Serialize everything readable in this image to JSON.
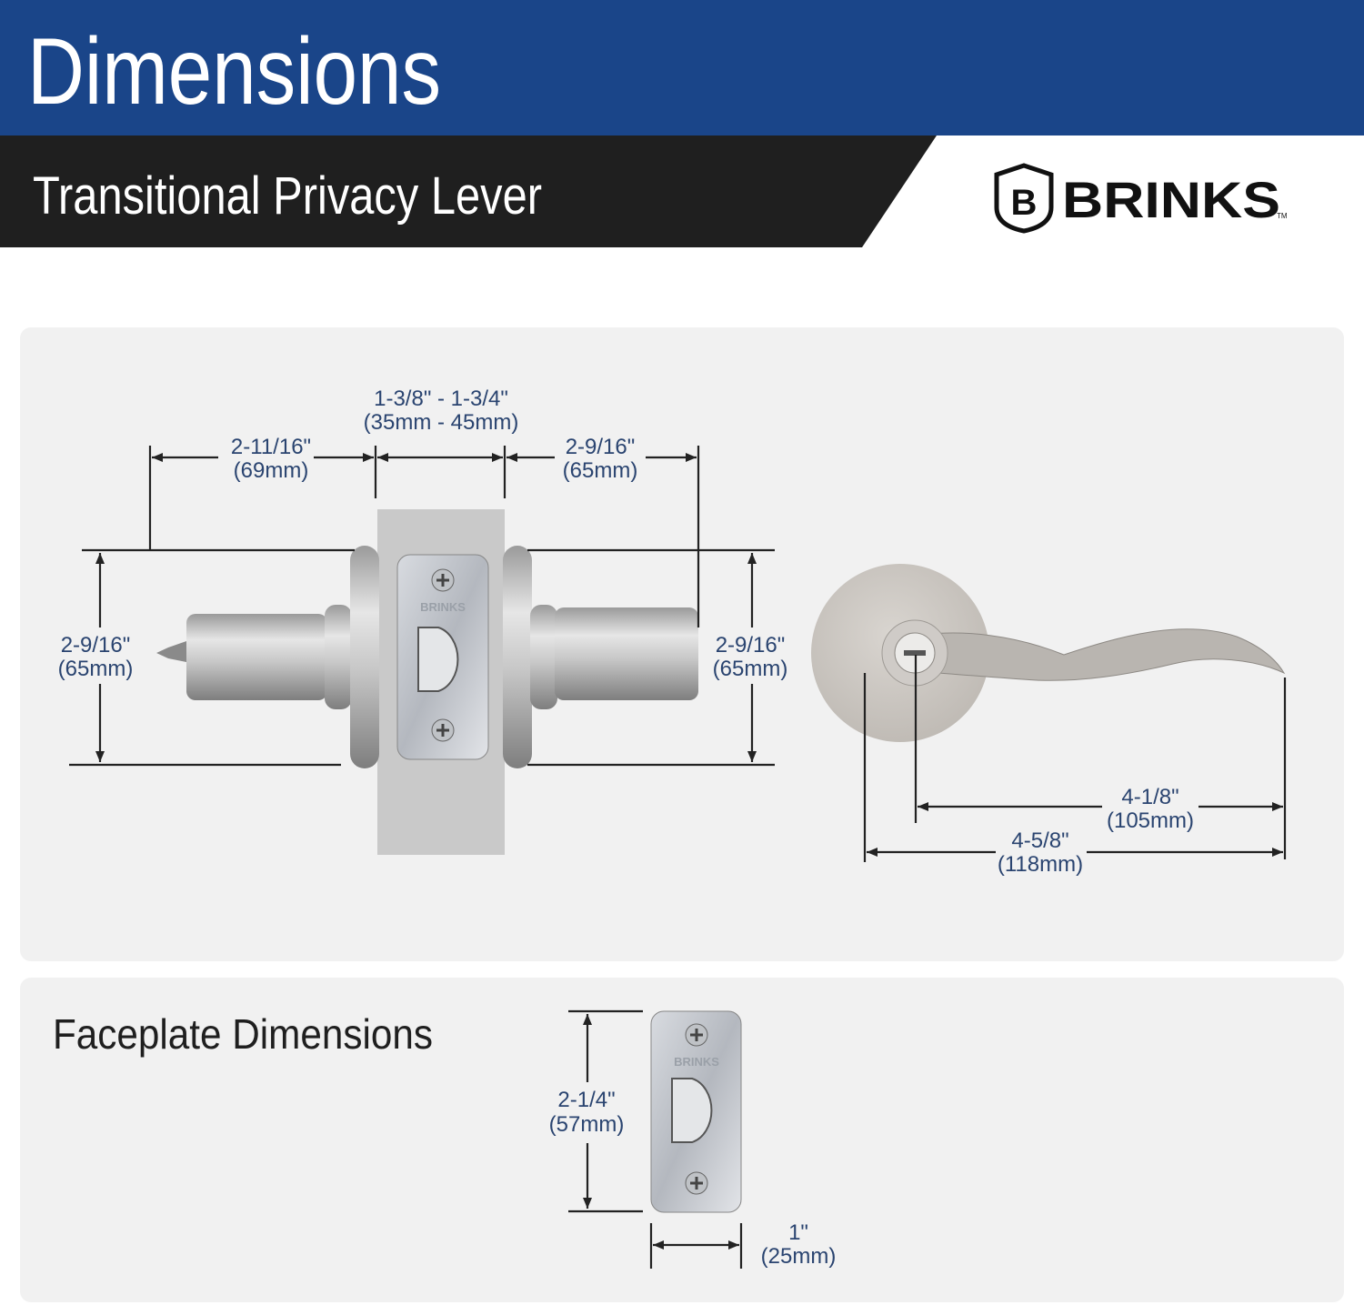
{
  "header": {
    "title": "Dimensions",
    "subtitle": "Transitional Privacy Lever",
    "brand": "BRINKS",
    "brand_mark": "B",
    "trademark": "TM",
    "colors": {
      "title_bar": "#1a4589",
      "subtitle_bar": "#1f1f1f",
      "dimension_text": "#2a4470"
    }
  },
  "side_view": {
    "backset_left": {
      "inch": "2-11/16\"",
      "mm": "(69mm)"
    },
    "door_thickness": {
      "inch": "1-3/8\" - 1-3/4\"",
      "mm": "(35mm - 45mm)"
    },
    "backset_right": {
      "inch": "2-9/16\"",
      "mm": "(65mm)"
    },
    "rose_height_left": {
      "inch": "2-9/16\"",
      "mm": "(65mm)"
    },
    "rose_height_right": {
      "inch": "2-9/16\"",
      "mm": "(65mm)"
    },
    "faceplate_brand": "BRINKS"
  },
  "front_view": {
    "lever_length": {
      "inch": "4-1/8\"",
      "mm": "(105mm)"
    },
    "overall_length": {
      "inch": "4-5/8\"",
      "mm": "(118mm)"
    }
  },
  "faceplate": {
    "title": "Faceplate Dimensions",
    "height": {
      "inch": "2-1/4\"",
      "mm": "(57mm)"
    },
    "width": {
      "inch": "1\"",
      "mm": "(25mm)"
    },
    "brand": "BRINKS"
  }
}
